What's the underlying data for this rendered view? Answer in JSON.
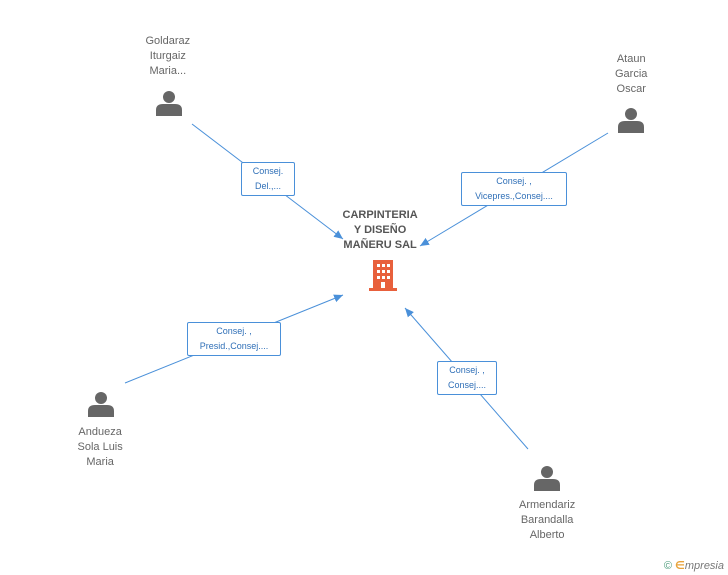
{
  "company": {
    "name_lines": [
      "CARPINTERIA",
      "Y DISEÑO",
      "MAÑERU SAL"
    ],
    "icon": "building-icon",
    "color": "#e8603c"
  },
  "persons": [
    {
      "name_lines": [
        "Goldaraz",
        "Iturgaiz",
        "Maria..."
      ],
      "icon": "person-icon",
      "roles": [
        "Consej.",
        "Del.,..."
      ]
    },
    {
      "name_lines": [
        "Ataun",
        "Garcia",
        "Oscar"
      ],
      "icon": "person-icon",
      "roles": [
        "Consej. ,",
        "Vicepres.,Consej...."
      ]
    },
    {
      "name_lines": [
        "Andueza",
        "Sola Luis",
        "Maria"
      ],
      "icon": "person-icon",
      "roles": [
        "Consej. ,",
        "Presid.,Consej...."
      ]
    },
    {
      "name_lines": [
        "Armendariz",
        "Barandalla",
        "Alberto"
      ],
      "icon": "person-icon",
      "roles": [
        "Consej. ,",
        "Consej...."
      ]
    }
  ],
  "colors": {
    "edge": "#4a90d9",
    "person": "#666666",
    "role_text": "#2f6fb7"
  },
  "watermark": {
    "symbol": "©",
    "e": "∈",
    "text": "mpresia"
  }
}
